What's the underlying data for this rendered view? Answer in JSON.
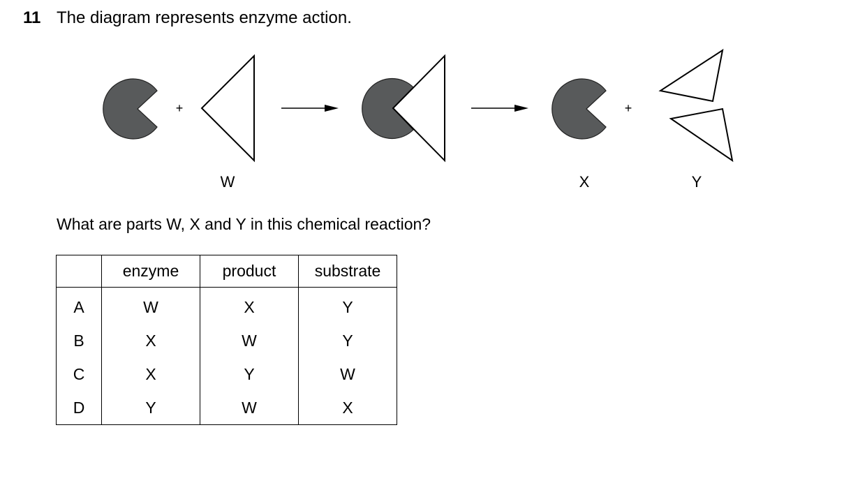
{
  "question": {
    "number": "11",
    "text": "The diagram represents enzyme action.",
    "prompt": "What are parts W, X and Y in this chemical reaction?"
  },
  "diagram": {
    "plus_1": "+",
    "plus_2": "+",
    "label_w": "W",
    "label_x": "X",
    "label_y": "Y",
    "enzyme_fill": "#585a5b"
  },
  "table": {
    "headers": [
      "",
      "enzyme",
      "product",
      "substrate"
    ],
    "rows": [
      {
        "key": "A",
        "enzyme": "W",
        "product": "X",
        "substrate": "Y"
      },
      {
        "key": "B",
        "enzyme": "X",
        "product": "W",
        "substrate": "Y"
      },
      {
        "key": "C",
        "enzyme": "X",
        "product": "Y",
        "substrate": "W"
      },
      {
        "key": "D",
        "enzyme": "Y",
        "product": "W",
        "substrate": "X"
      }
    ]
  }
}
